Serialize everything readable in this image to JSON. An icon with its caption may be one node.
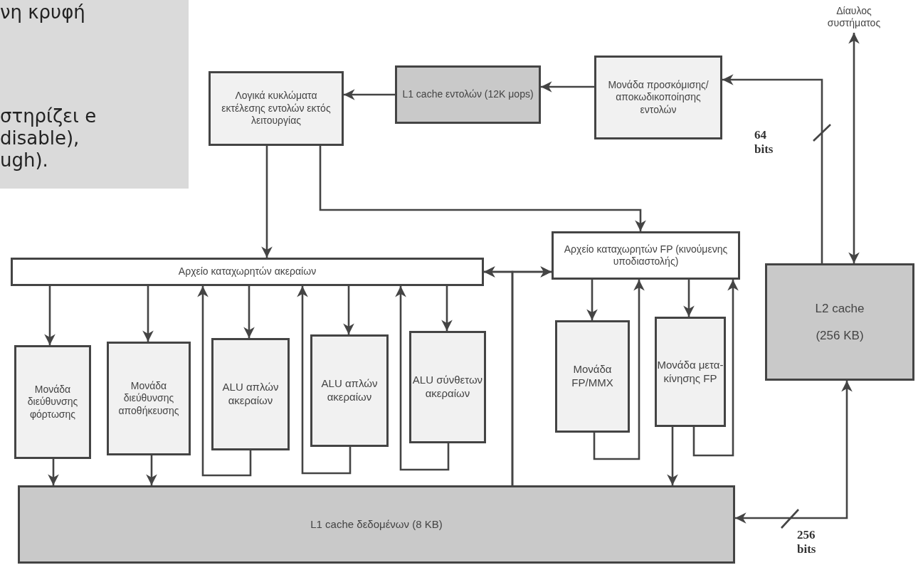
{
  "diagram": {
    "nodes": [
      {
        "text": [
          "Λογικά κυκλώματα εκτέλεσης εντολών εκτός λειτουργίας"
        ]
      },
      {
        "text": [
          "L1 cache εντολών (12K μops)"
        ]
      },
      {
        "text": [
          "Μονάδα προσκόμισης/ αποκωδικοποίησης εντολών"
        ]
      },
      {
        "text": [
          "Δίαυλος συστήματος"
        ]
      },
      {
        "text": [
          "Αρχείο καταχωρητών ακεραίων"
        ]
      },
      {
        "text": [
          "Αρχείο καταχωρητών FP (κινούμενης υποδιαστολής)"
        ]
      },
      {
        "text": [
          "L2 cache (256 KB)"
        ]
      },
      {
        "text": [
          "Μονάδα διεύθυνσης φόρτωσης"
        ]
      },
      {
        "text": [
          "Μονάδα διεύθυνσης αποθήκευσης"
        ]
      },
      {
        "text": [
          "ALU απλών ακεραίων"
        ]
      },
      {
        "text": [
          "ALU απλών ακεραίων"
        ]
      },
      {
        "text": [
          "ALU σύνθετων ακεραίων"
        ]
      },
      {
        "text": [
          "Μονάδα FP/MMX"
        ]
      },
      {
        "text": [
          "Μονάδα μετα- κίνησης FP"
        ]
      },
      {
        "text": [
          "L1 cache δεδομένων (8 KB)"
        ]
      }
    ],
    "edges": [
      {
        "from": 1,
        "to": 0,
        "arrow": "to"
      },
      {
        "from": 2,
        "to": 1,
        "arrow": "to"
      },
      {
        "from": 6,
        "to": 2,
        "arrow": "to",
        "label": "64 bits"
      },
      {
        "from": 6,
        "to": 3,
        "arrow": "both"
      },
      {
        "from": 0,
        "to": 4,
        "arrow": "to"
      },
      {
        "from": 0,
        "to": 5,
        "arrow": "to"
      },
      {
        "from": 4,
        "to": 5,
        "arrow": "both"
      },
      {
        "from": 14,
        "to": 4,
        "arrow": "to"
      },
      {
        "from": 14,
        "to": 5,
        "arrow": "to"
      },
      {
        "from": 4,
        "to": 7,
        "arrow": "to"
      },
      {
        "from": 4,
        "to": 8,
        "arrow": "to"
      },
      {
        "from": 4,
        "to": 9,
        "arrow": "to"
      },
      {
        "from": 4,
        "to": 10,
        "arrow": "to"
      },
      {
        "from": 4,
        "to": 11,
        "arrow": "to"
      },
      {
        "from": 9,
        "to": 4,
        "arrow": "to"
      },
      {
        "from": 10,
        "to": 4,
        "arrow": "to"
      },
      {
        "from": 11,
        "to": 4,
        "arrow": "to"
      },
      {
        "from": 7,
        "to": 14,
        "arrow": "to"
      },
      {
        "from": 8,
        "to": 14,
        "arrow": "to"
      },
      {
        "from": 5,
        "to": 12,
        "arrow": "to"
      },
      {
        "from": 5,
        "to": 13,
        "arrow": "to"
      },
      {
        "from": 12,
        "to": 5,
        "arrow": "to"
      },
      {
        "from": 13,
        "to": 5,
        "arrow": "to"
      },
      {
        "from": 13,
        "to": 14,
        "arrow": "to"
      },
      {
        "from": 14,
        "to": 6,
        "arrow": "both",
        "label": "256 bits"
      }
    ],
    "labels": [
      "νη κρυφή",
      "στηρίζει e disable), ugh)."
    ]
  }
}
